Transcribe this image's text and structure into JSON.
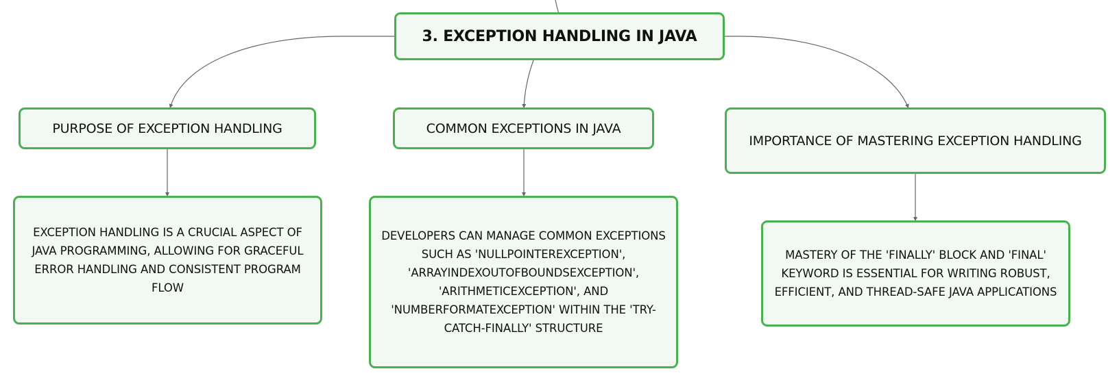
{
  "root": {
    "label": "3. EXCEPTION HANDLING IN JAVA"
  },
  "branches": [
    {
      "topic": "PURPOSE OF EXCEPTION HANDLING",
      "detail": "EXCEPTION HANDLING IS A CRUCIAL ASPECT OF JAVA PROGRAMMING, ALLOWING FOR GRACEFUL ERROR HANDLING AND CONSISTENT PROGRAM FLOW"
    },
    {
      "topic": "COMMON EXCEPTIONS IN JAVA",
      "detail": "DEVELOPERS CAN MANAGE COMMON EXCEPTIONS SUCH AS 'NULLPOINTEREXCEPTION', 'ARRAYINDEXOUTOFBOUNDSEXCEPTION', 'ARITHMETICEXCEPTION', AND 'NUMBERFORMATEXCEPTION' WITHIN THE 'TRY-CATCH-FINALLY' STRUCTURE"
    },
    {
      "topic": "IMPORTANCE OF MASTERING EXCEPTION HANDLING",
      "detail": "MASTERY OF THE 'FINALLY' BLOCK AND 'FINAL' KEYWORD IS ESSENTIAL FOR WRITING ROBUST, EFFICIENT, AND THREAD-SAFE JAVA APPLICATIONS"
    }
  ],
  "colors": {
    "node_border": "#4caf50",
    "node_fill": "#f1f9f2",
    "connector": "#666666",
    "text": "#111111"
  }
}
